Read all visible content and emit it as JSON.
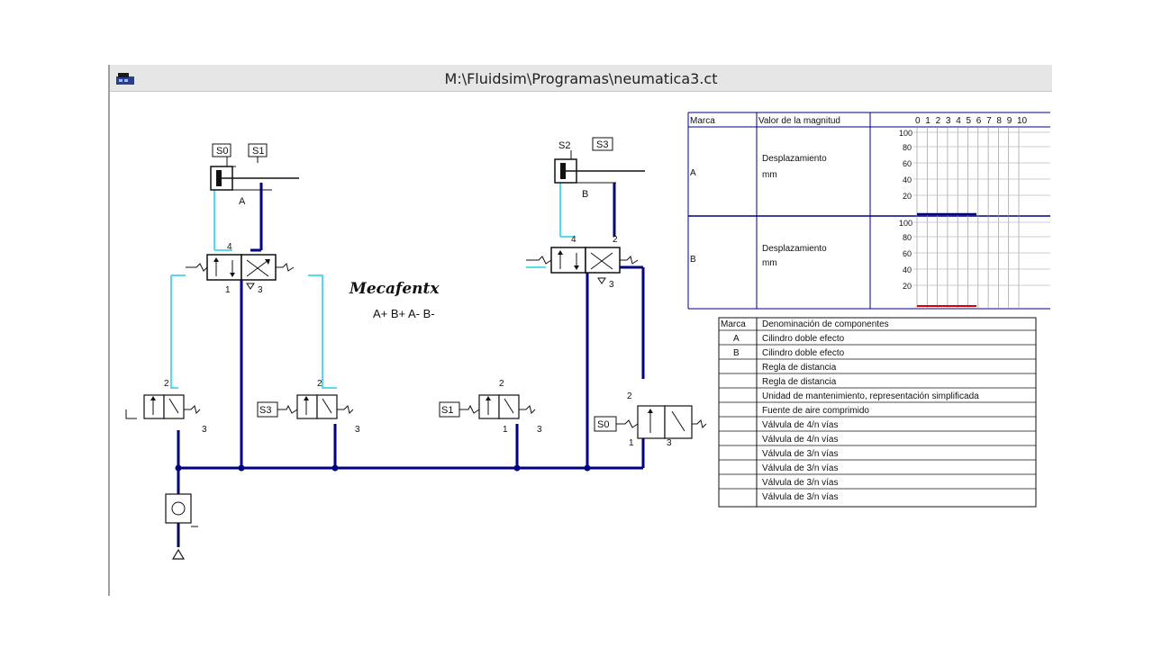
{
  "window": {
    "title": "M:\\Fluidsim\\Programas\\neumatica3.ct",
    "icon": "fluidsim-app-icon"
  },
  "colors": {
    "pressure_line": "#000080",
    "exhaust_line": "#40d8e8",
    "diagram_grid": "#000080",
    "marker_b": "#e00000"
  },
  "diagram": {
    "brand": "Mecafentx",
    "sequence": "A+ B+ A- B-",
    "cylinders": [
      {
        "mark": "A",
        "sensors": [
          "S0",
          "S1"
        ]
      },
      {
        "mark": "B",
        "sensors": [
          "S2",
          "S3"
        ]
      }
    ],
    "valve_ports": {
      "p1": "1",
      "p2": "2",
      "p3": "3",
      "p4": "4"
    },
    "switch_sensors": {
      "left": "S3",
      "mid": "S1",
      "right": "S0"
    }
  },
  "state_diagram": {
    "headers": {
      "mark": "Marca",
      "quantity": "Valor de la magnitud"
    },
    "steps": [
      "0",
      "1",
      "2",
      "3",
      "4",
      "5",
      "6",
      "7",
      "8",
      "9",
      "10"
    ],
    "rows": [
      {
        "mark": "A",
        "quantity": "Desplazamiento",
        "unit": "mm",
        "ticks": [
          "100",
          "80",
          "60",
          "40",
          "20"
        ]
      },
      {
        "mark": "B",
        "quantity": "Desplazamiento",
        "unit": "mm",
        "ticks": [
          "100",
          "80",
          "60",
          "40",
          "20"
        ]
      }
    ]
  },
  "components_table": {
    "headers": {
      "mark": "Marca",
      "name": "Denominación de componentes"
    },
    "rows": [
      {
        "mark": "A",
        "name": "Cilindro doble efecto"
      },
      {
        "mark": "B",
        "name": "Cilindro doble efecto"
      },
      {
        "mark": "",
        "name": "Regla de distancia"
      },
      {
        "mark": "",
        "name": "Regla de distancia"
      },
      {
        "mark": "",
        "name": "Unidad de mantenimiento, representación simplificada"
      },
      {
        "mark": "",
        "name": "Fuente de aire comprimido"
      },
      {
        "mark": "",
        "name": "Válvula de 4/n vías"
      },
      {
        "mark": "",
        "name": "Válvula de 4/n vías"
      },
      {
        "mark": "",
        "name": "Válvula de 3/n vías"
      },
      {
        "mark": "",
        "name": "Válvula de 3/n vías"
      },
      {
        "mark": "",
        "name": "Válvula de 3/n vías"
      },
      {
        "mark": "",
        "name": "Válvula de 3/n vías"
      }
    ]
  }
}
